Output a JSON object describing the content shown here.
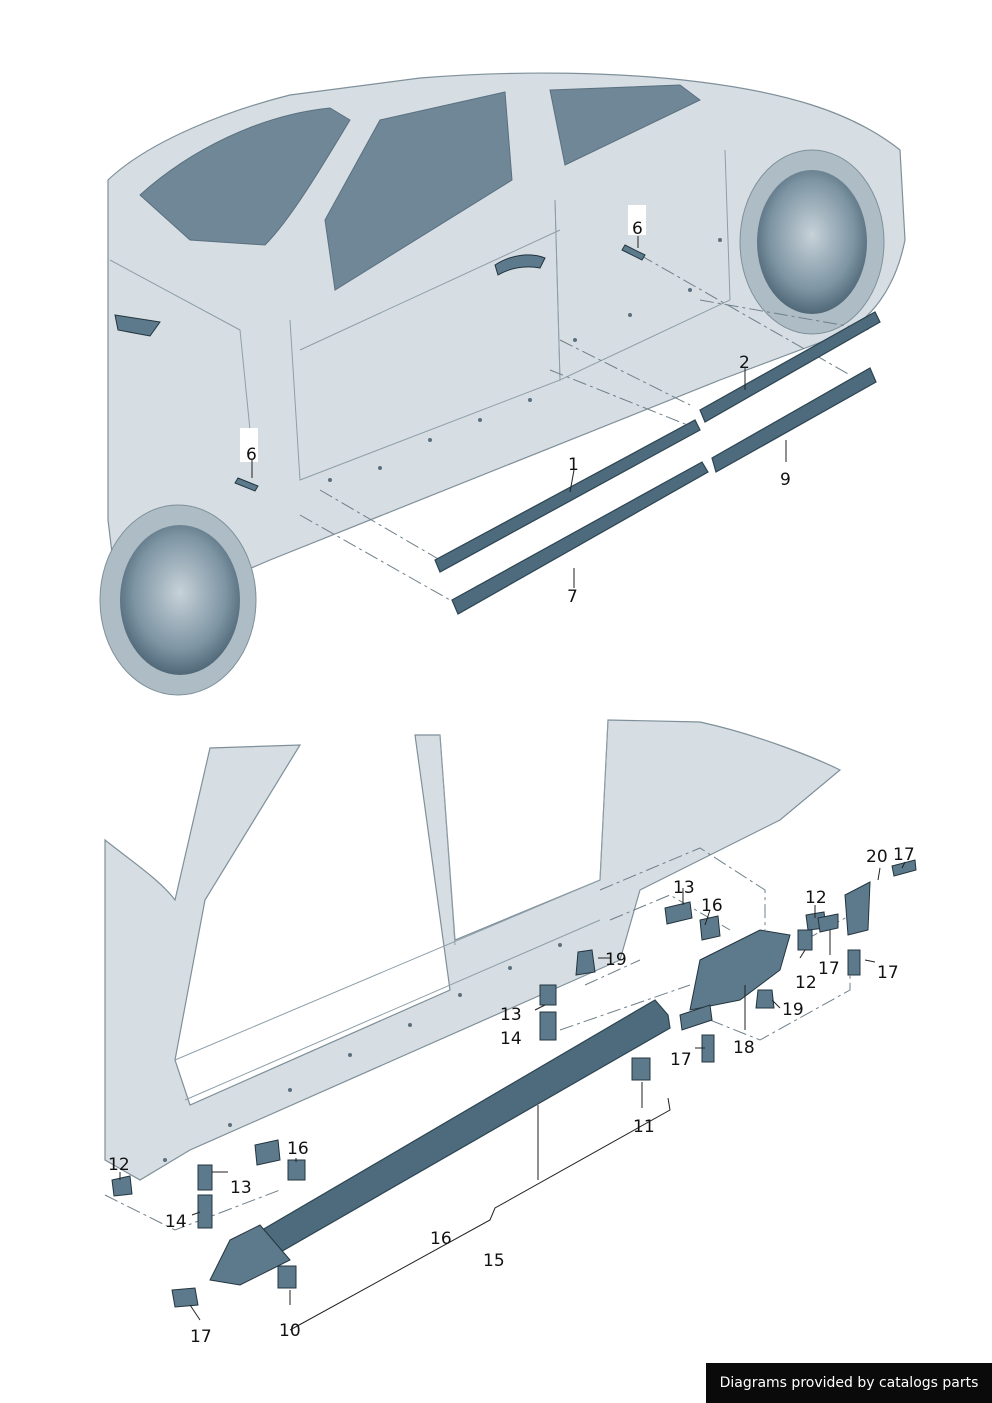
{
  "callouts": {
    "c1": "1",
    "c2": "2",
    "c6a": "6",
    "c6b": "6",
    "c7": "7",
    "c9": "9",
    "c10": "10",
    "c11": "11",
    "c12a": "12",
    "c12b": "12",
    "c12c": "12",
    "c13a": "13",
    "c13b": "13",
    "c13c": "13",
    "c14a": "14",
    "c14b": "14",
    "c15": "15",
    "c16a": "16",
    "c16b": "16",
    "c16c": "16",
    "c17a": "17",
    "c17b": "17",
    "c17c": "17",
    "c17d": "17",
    "c17e": "17",
    "c18": "18",
    "c19a": "19",
    "c19b": "19",
    "c20": "20"
  },
  "footer": {
    "credit": "Diagrams provided by catalogs parts"
  },
  "colors": {
    "body": "#d6dee3",
    "trim": "#4d6b7c",
    "glass": "#6f8796",
    "credit_bg": "#0a0a0a"
  }
}
